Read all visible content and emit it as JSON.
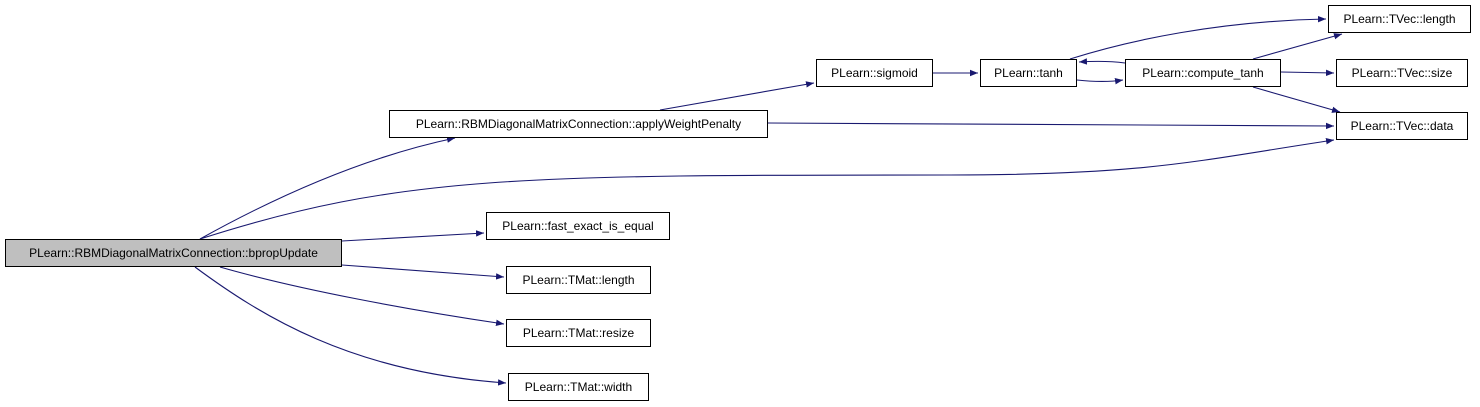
{
  "graph": {
    "edge_color": "#191970",
    "root_fill": "#bfbfbf",
    "node_fill": "#ffffff",
    "nodes": {
      "bprop": "PLearn::RBMDiagonalMatrixConnection::bpropUpdate",
      "apply": "PLearn::RBMDiagonalMatrixConnection::applyWeightPenalty",
      "sigmoid": "PLearn::sigmoid",
      "tanh": "PLearn::tanh",
      "compute": "PLearn::compute_tanh",
      "vlength": "PLearn::TVec::length",
      "vsize": "PLearn::TVec::size",
      "vdata": "PLearn::TVec::data",
      "fast": "PLearn::fast_exact_is_equal",
      "mlength": "PLearn::TMat::length",
      "mresize": "PLearn::TMat::resize",
      "mwidth": "PLearn::TMat::width"
    },
    "edges": [
      [
        "bprop",
        "apply"
      ],
      [
        "bprop",
        "vdata"
      ],
      [
        "bprop",
        "fast"
      ],
      [
        "bprop",
        "mlength"
      ],
      [
        "bprop",
        "mresize"
      ],
      [
        "bprop",
        "mwidth"
      ],
      [
        "apply",
        "sigmoid"
      ],
      [
        "apply",
        "vdata"
      ],
      [
        "sigmoid",
        "tanh"
      ],
      [
        "tanh",
        "compute"
      ],
      [
        "tanh",
        "vlength"
      ],
      [
        "compute",
        "tanh"
      ],
      [
        "compute",
        "vlength"
      ],
      [
        "compute",
        "vsize"
      ],
      [
        "compute",
        "vdata"
      ]
    ]
  }
}
